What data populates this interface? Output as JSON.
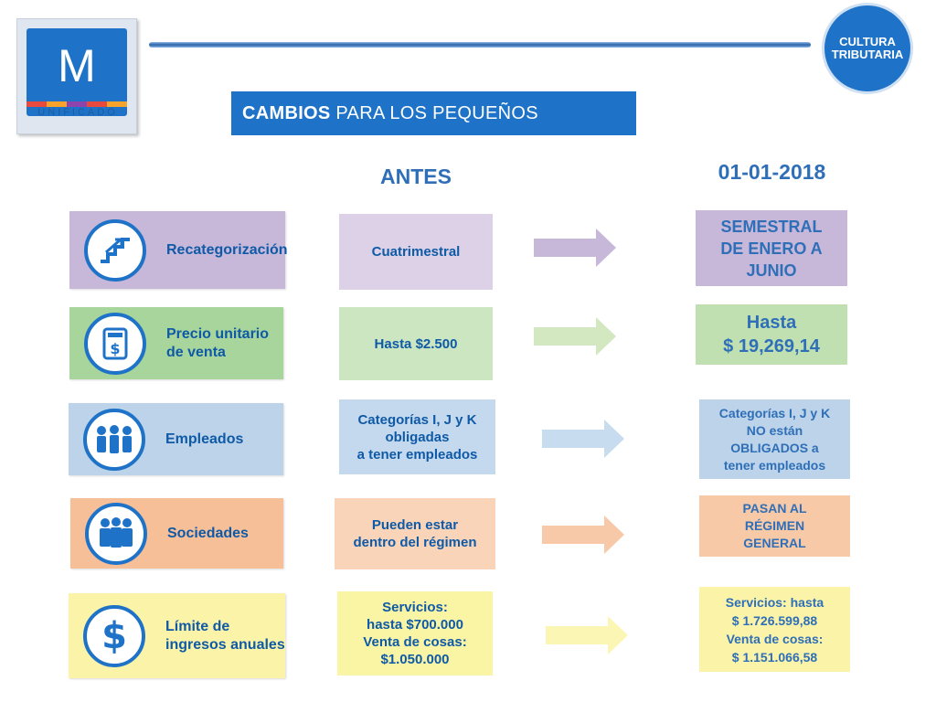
{
  "header": {
    "logo_letter": "M",
    "logo_word": "UNIFICADO",
    "badge_line1": "CULTURA",
    "badge_line2": "TRIBUTARIA",
    "title_bold": "CAMBIOS",
    "title_rest": " PARA LOS PEQUEÑOS CONTRIBUYENTES"
  },
  "headings": {
    "before": "ANTES",
    "after": "01-01-2018"
  },
  "rows": [
    {
      "label": "Recategorización",
      "before": "Cuatrimestral",
      "after": [
        "SEMESTRAL",
        "DE ENERO A",
        "JUNIO"
      ],
      "icon": "stairs-icon"
    },
    {
      "label": [
        "Precio unitario",
        "de venta"
      ],
      "before": "Hasta $2.500",
      "after": [
        "Hasta",
        "$ 19,269,14"
      ],
      "icon": "price-tag-icon"
    },
    {
      "label": "Empleados",
      "before": [
        "Categorías I, J y K",
        "obligadas",
        "a tener empleados"
      ],
      "after": [
        "Categorías  I, J y K",
        "NO están",
        "OBLIGADOS a",
        "tener empleados"
      ],
      "icon": "people-icon"
    },
    {
      "label": "Sociedades",
      "before": [
        "Pueden estar",
        "dentro del régimen"
      ],
      "after": [
        "PASAN AL",
        "RÉGIMEN",
        "GENERAL"
      ],
      "icon": "group-icon"
    },
    {
      "label": [
        "Límite de",
        "ingresos anuales"
      ],
      "before": [
        "Servicios:",
        "hasta $700.000",
        "Venta de cosas:",
        "$1.050.000"
      ],
      "after": [
        "Servicios:   hasta",
        "$ 1.726.599,88",
        "Venta de cosas:",
        "$ 1.151.066,58"
      ],
      "icon": "dollar-icon"
    }
  ],
  "colors": {
    "accent": "#1e73c8",
    "purple": "#c7b7d9",
    "green": "#a8d59b",
    "blue": "#bcd3e9",
    "orange": "#f6bf98",
    "yellow": "#faf3a8"
  }
}
